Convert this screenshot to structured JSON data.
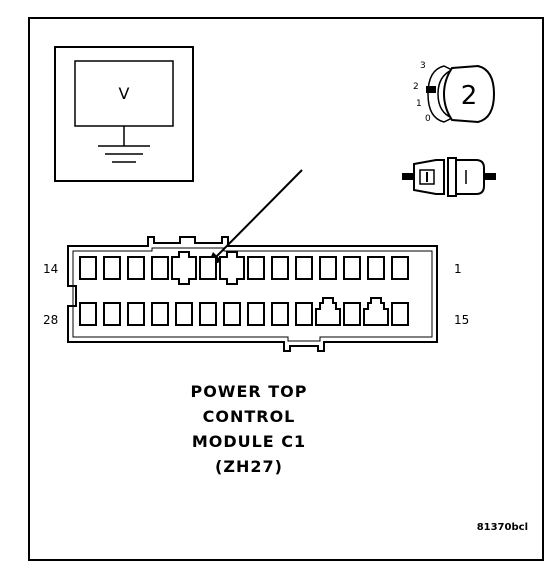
{
  "meter": {
    "symbol": "V"
  },
  "selector": {
    "positions": [
      "3",
      "2",
      "1",
      "0"
    ],
    "selected": "2"
  },
  "connector": {
    "top_left_pin": "14",
    "top_right_pin": "1",
    "bottom_left_pin": "28",
    "bottom_right_pin": "15",
    "rows": [
      {
        "count": 14,
        "keyed": [
          4,
          6
        ]
      },
      {
        "count": 14,
        "keyed": [
          10,
          12
        ]
      }
    ],
    "probe_pin_index": 6
  },
  "caption": {
    "lines": [
      "POWER TOP",
      "CONTROL",
      "MODULE C1",
      "(ZH27)"
    ]
  },
  "figure_code": "81370bcl"
}
